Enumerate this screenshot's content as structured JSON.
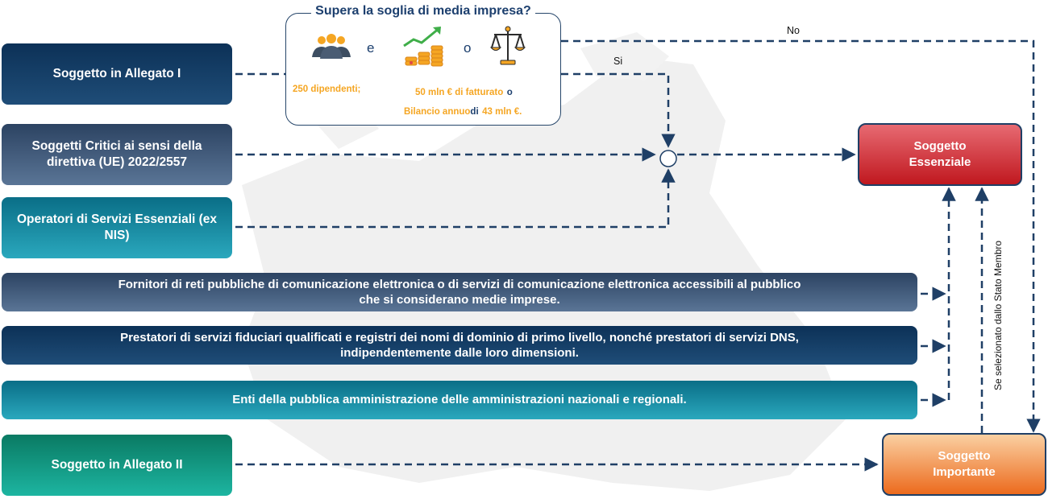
{
  "threshold": {
    "title": "Supera la soglia di media impresa?",
    "and_word": "e",
    "or_word": "o",
    "employees": "250 dipendenti;",
    "turnover": "50 mln € di fatturato",
    "or_word_2": "o",
    "balance_part1": "Bilancio annuo",
    "balance_part2": "di",
    "balance_part3": "43 mln €."
  },
  "sources": {
    "annex1": "Soggetto in Allegato I",
    "critical": "Soggetti Critici ai sensi della direttiva (UE) 2022/2557",
    "oes": "Operatori di Servizi Essenziali (ex NIS)",
    "telecom": "Fornitori di reti pubbliche di comunicazione elettronica o di servizi di comunicazione elettronica accessibili al pubblico che si considerano medie imprese.",
    "trust": "Prestatori di servizi fiduciari qualificati e registri dei nomi di dominio di primo livello, nonché prestatori di servizi DNS, indipendentemente dalle loro dimensioni.",
    "public_admin": "Enti della pubblica amministrazione delle amministrazioni nazionali e regionali.",
    "annex2": "Soggetto in Allegato II"
  },
  "targets": {
    "essential": "Soggetto Essenziale",
    "important": "Soggetto Importante"
  },
  "labels": {
    "no": "No",
    "yes": "Si",
    "member_state": "Se selezionato dallo Stato Membro"
  },
  "icons": {
    "people": "people-group-icon",
    "revenue": "coins-growth-icon",
    "balance": "balance-scale-icon"
  },
  "colors": {
    "dark_navy": "#0c3157",
    "slate": "#3f5a7c",
    "teal": "#1a8ea6",
    "green": "#13967f",
    "essential_red": "#c0181f",
    "important_orange": "#ec6a1d",
    "connector": "#1f3f66",
    "threshold_orange": "#f5a623"
  }
}
